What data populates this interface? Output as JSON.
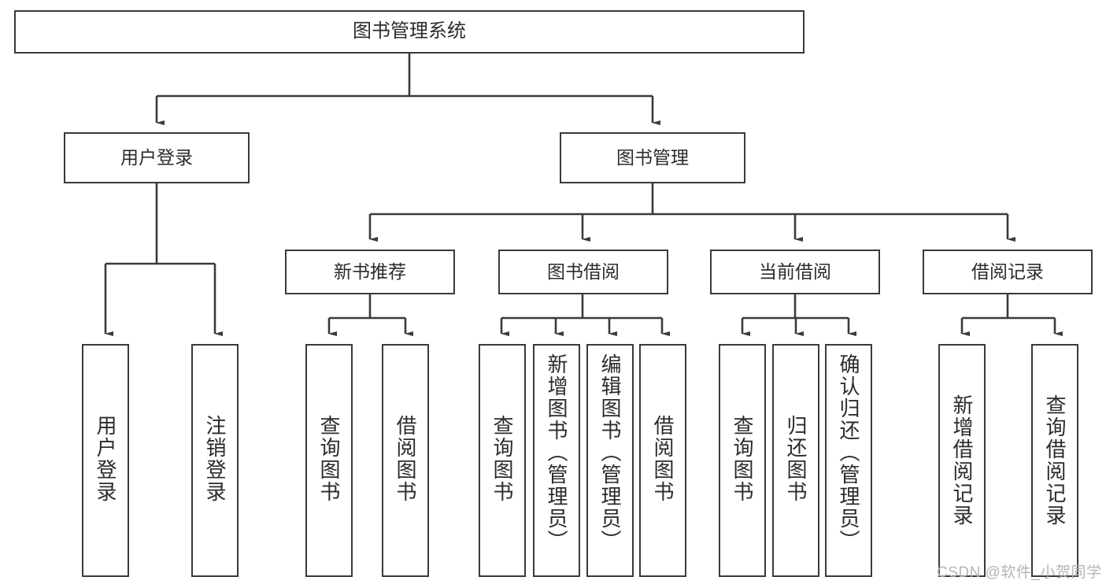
{
  "diagram": {
    "type": "tree-hierarchy-chart",
    "title": "图书管理系统",
    "watermark": "CSDN @软件_小贺同学",
    "colors": {
      "background": "#ffffff",
      "border": "#3a3a3a",
      "text": "#2b2b2b",
      "connector": "#3a3a3a",
      "watermark": "#b4b4b4"
    },
    "levels": {
      "root": {
        "label": "图书管理系统"
      },
      "level2": [
        {
          "id": "user-login",
          "label": "用户登录"
        },
        {
          "id": "book-management",
          "label": "图书管理"
        }
      ],
      "level3": [
        {
          "id": "new-book-recommend",
          "label": "新书推荐",
          "parent": "book-management"
        },
        {
          "id": "book-borrow",
          "label": "图书借阅",
          "parent": "book-management"
        },
        {
          "id": "current-borrow",
          "label": "当前借阅",
          "parent": "book-management"
        },
        {
          "id": "borrow-record",
          "label": "借阅记录",
          "parent": "book-management"
        }
      ],
      "leaves": {
        "user-login": [
          {
            "id": "leaf-user-login",
            "label": "用户登录"
          },
          {
            "id": "leaf-logout-login",
            "label": "注销登录"
          }
        ],
        "new-book-recommend": [
          {
            "id": "leaf-query-book-1",
            "label": "查询图书"
          },
          {
            "id": "leaf-borrow-book-1",
            "label": "借阅图书"
          }
        ],
        "book-borrow": [
          {
            "id": "leaf-query-book-2",
            "label": "查询图书"
          },
          {
            "id": "leaf-add-book",
            "label": "新增图书（管理员）"
          },
          {
            "id": "leaf-edit-book",
            "label": "编辑图书（管理员）"
          },
          {
            "id": "leaf-borrow-book-2",
            "label": "借阅图书"
          }
        ],
        "current-borrow": [
          {
            "id": "leaf-query-book-3",
            "label": "查询图书"
          },
          {
            "id": "leaf-return-book",
            "label": "归还图书"
          },
          {
            "id": "leaf-confirm-return",
            "label": "确认归还（管理员）"
          }
        ],
        "borrow-record": [
          {
            "id": "leaf-add-record",
            "label": "新增借阅记录"
          },
          {
            "id": "leaf-query-record",
            "label": "查询借阅记录"
          }
        ]
      }
    }
  }
}
